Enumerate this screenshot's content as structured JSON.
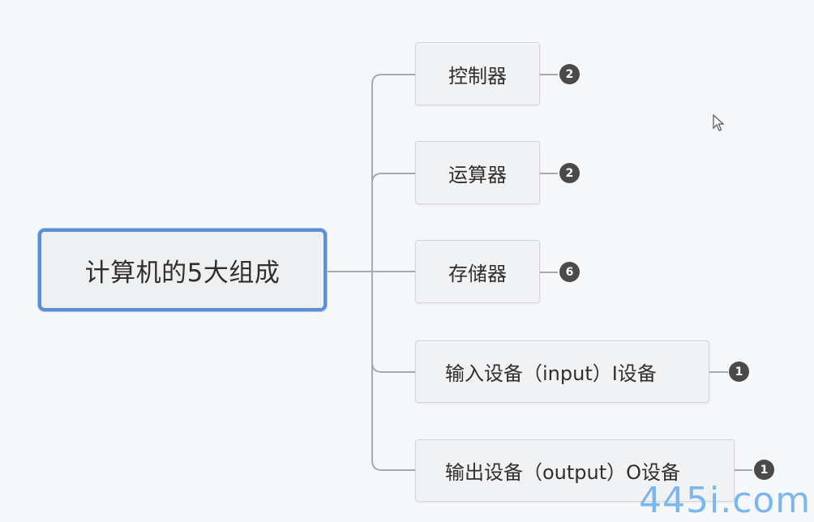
{
  "mindmap": {
    "root": "计算机的5大组成",
    "branches": [
      {
        "label": "控制器",
        "count": "2"
      },
      {
        "label": "运算器",
        "count": "2"
      },
      {
        "label": "存储器",
        "count": "6"
      },
      {
        "label": "输入设备（input）I设备",
        "count": "1"
      },
      {
        "label": "输出设备（output）O设备",
        "count": "1"
      }
    ]
  },
  "watermark": "445i.com",
  "icons": {
    "cursor": "mouse-pointer-icon"
  },
  "colors": {
    "root_border": "#5b8fd6",
    "badge": "#4a4a4a",
    "line": "#a7a9ad",
    "watermark": "#7ab7ef"
  }
}
